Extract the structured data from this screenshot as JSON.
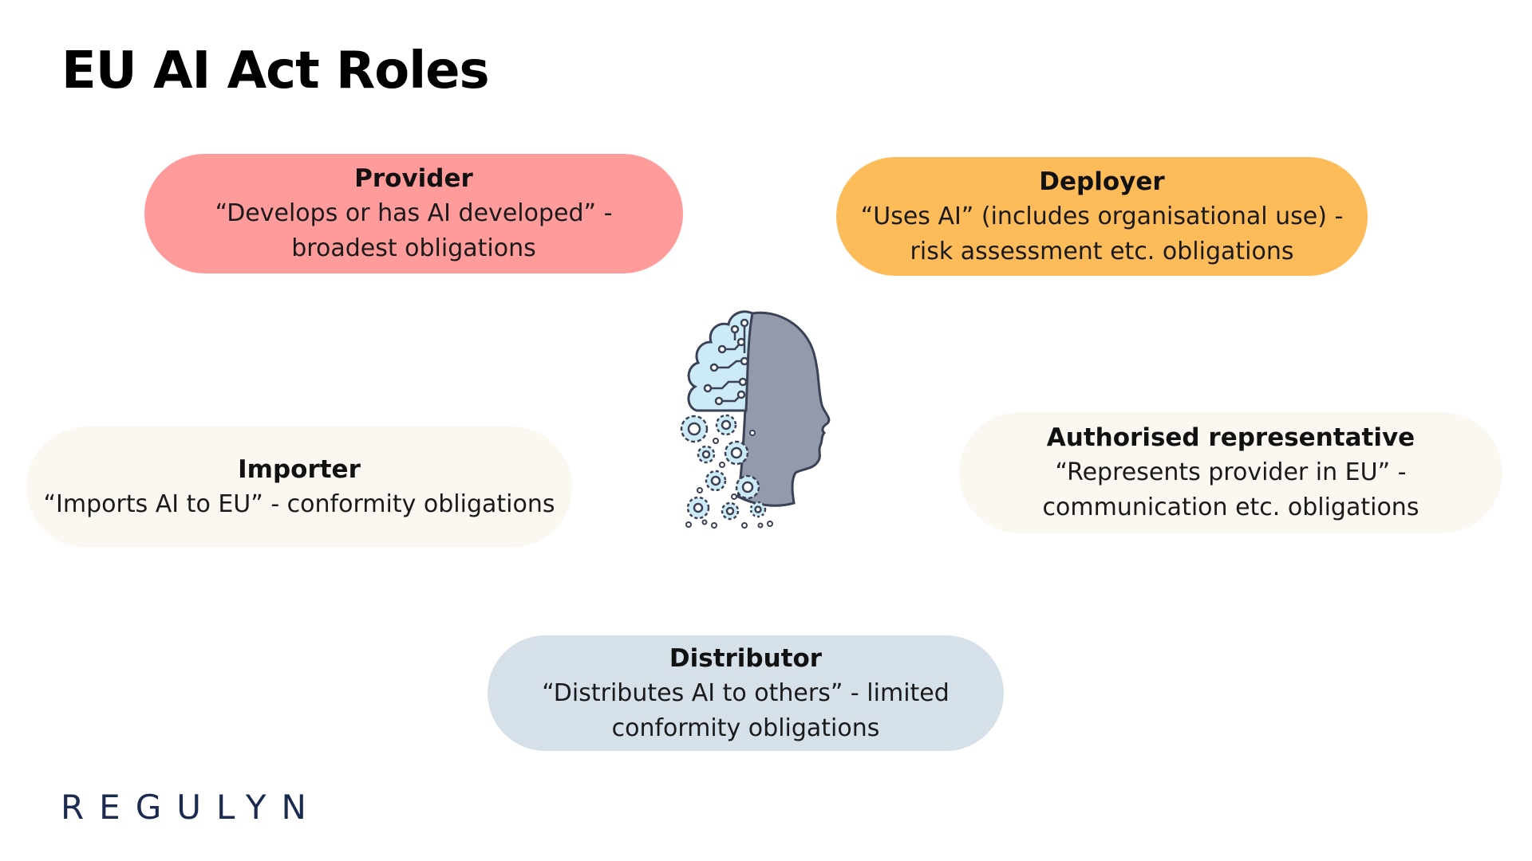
{
  "title": "EU AI Act Roles",
  "logo": "REGULYN",
  "colors": {
    "provider": "#ff9b9b",
    "deployer": "#fdbb59",
    "importer": "#fbf7f1",
    "authorised_representative": "#fbf7f1",
    "distributor": "#d6e0e8",
    "logo": "#1b2a4f"
  },
  "roles": {
    "provider": {
      "name": "Provider",
      "description": "“Develops or has AI developed” - broadest obligations"
    },
    "deployer": {
      "name": "Deployer",
      "description": "“Uses AI” (includes organisational use) - risk assessment etc. obligations"
    },
    "importer": {
      "name": "Importer",
      "description": "“Imports AI to EU” - conformity obligations"
    },
    "authorised_representative": {
      "name": "Authorised representative",
      "description": "“Represents provider in EU” - communication etc. obligations"
    },
    "distributor": {
      "name": "Distributor",
      "description": "“Distributes AI to others” - limited conformity obligations"
    }
  },
  "illustration": {
    "icon": "ai-head-icon"
  }
}
